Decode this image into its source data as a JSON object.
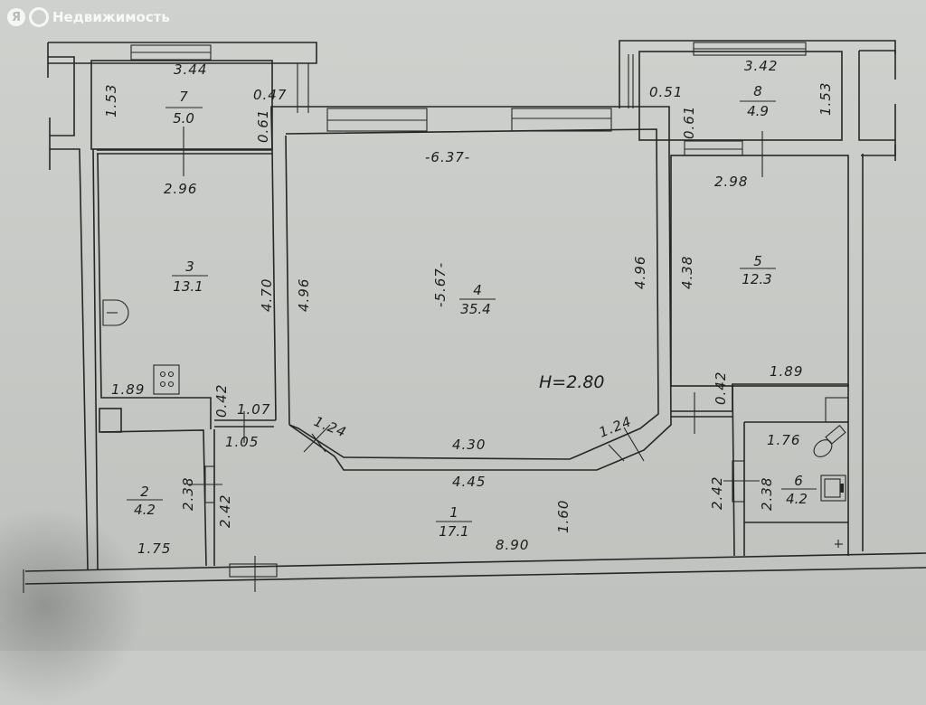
{
  "watermark": {
    "logo": "Я",
    "text": "Недвижимость"
  },
  "plan": {
    "ceiling_height": "H=2.80",
    "rooms": [
      {
        "num": "1",
        "area": "17.1"
      },
      {
        "num": "2",
        "area": "4.2"
      },
      {
        "num": "3",
        "area": "13.1"
      },
      {
        "num": "4",
        "area": "35.4"
      },
      {
        "num": "5",
        "area": "12.3"
      },
      {
        "num": "6",
        "area": "4.2"
      },
      {
        "num": "7",
        "area": "5.0"
      },
      {
        "num": "8",
        "area": "4.9"
      }
    ],
    "dimensions": {
      "r7_width": "3.44",
      "r7_depth": "1.53",
      "r7_side": "0.47",
      "r7_gap": "0.61",
      "r8_width": "3.42",
      "r8_depth": "1.53",
      "r8_side": "0.51",
      "r8_gap": "0.61",
      "r3_width": "2.96",
      "r3_depth": "4.70",
      "r3_bottom": "1.89",
      "r3_door_gap": "0.42",
      "r4_width": "-6.37-",
      "r4_depth": "-5.67-",
      "r4_left": "4.96",
      "r4_right": "4.96",
      "r4_bottom": "4.30",
      "r4_bevel_left": "1.24",
      "r4_bevel_right": "1.24",
      "r5_width": "2.98",
      "r5_depth": "4.38",
      "r5_bottom": "1.89",
      "r5_door_gap": "0.42",
      "corr_door_top": "1.07",
      "corr_door_bottom": "1.05",
      "r1_top": "4.45",
      "r1_length": "8.90",
      "r1_depth": "1.60",
      "r2_width": "1.75",
      "r2_inner": "2.38",
      "r2_outer": "2.42",
      "r6_width": "1.76",
      "r6_inner": "2.38",
      "r6_outer": "2.42"
    }
  }
}
